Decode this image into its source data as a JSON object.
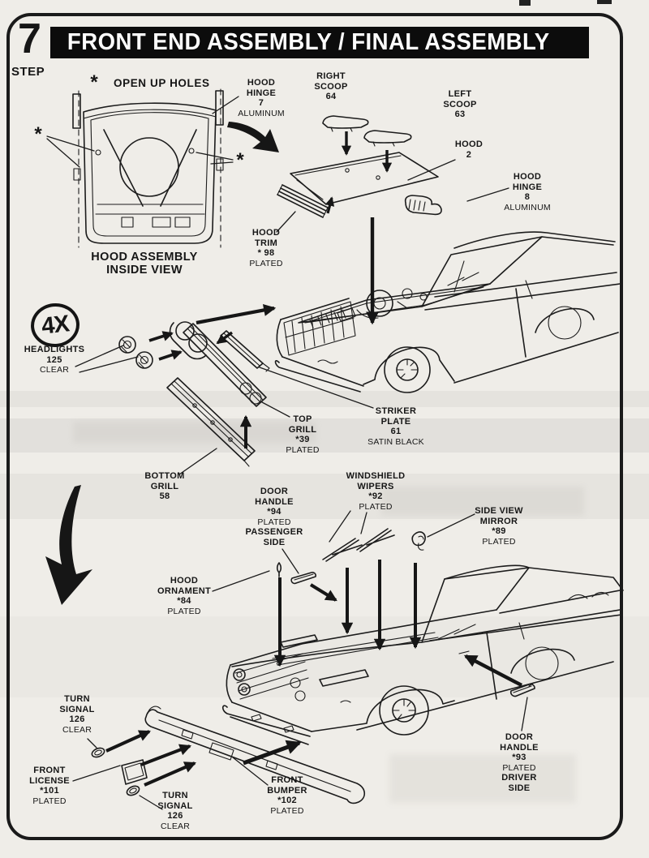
{
  "page": {
    "step_number": "7",
    "step_label": "STEP",
    "title": "FRONT END ASSEMBLY / FINAL ASSEMBLY"
  },
  "annotations": {
    "asterisk": "*",
    "open_up_holes": "OPEN UP HOLES",
    "quantity_badge": "4X",
    "hood_assembly_caption_line1": "HOOD ASSEMBLY",
    "hood_assembly_caption_line2": "INSIDE VIEW"
  },
  "parts": {
    "hood_hinge_7": {
      "line1": "HOOD",
      "line2": "HINGE",
      "number": "7",
      "finish": "ALUMINUM"
    },
    "right_scoop": {
      "line1": "RIGHT",
      "line2": "SCOOP",
      "number": "64"
    },
    "left_scoop": {
      "line1": "LEFT",
      "line2": "SCOOP",
      "number": "63"
    },
    "hood": {
      "line1": "HOOD",
      "number": "2"
    },
    "hood_hinge_8": {
      "line1": "HOOD",
      "line2": "HINGE",
      "number": "8",
      "finish": "ALUMINUM"
    },
    "hood_trim": {
      "line1": "HOOD",
      "line2": "TRIM",
      "number": "* 98",
      "finish": "PLATED"
    },
    "headlights": {
      "line1": "HEADLIGHTS",
      "number": "125",
      "finish": "CLEAR"
    },
    "top_grill": {
      "line1": "TOP",
      "line2": "GRILL",
      "number": "*39",
      "finish": "PLATED"
    },
    "striker_plate": {
      "line1": "STRIKER",
      "line2": "PLATE",
      "number": "61",
      "finish": "SATIN BLACK"
    },
    "bottom_grill": {
      "line1": "BOTTOM",
      "line2": "GRILL",
      "number": "58"
    },
    "door_handle_passenger": {
      "line1": "DOOR",
      "line2": "HANDLE",
      "number": "*94",
      "finish": "PLATED",
      "side1": "PASSENGER",
      "side2": "SIDE"
    },
    "windshield_wipers": {
      "line1": "WINDSHIELD",
      "line2": "WIPERS",
      "number": "*92",
      "finish": "PLATED"
    },
    "side_view_mirror": {
      "line1": "SIDE VIEW",
      "line2": "MIRROR",
      "number": "*89",
      "finish": "PLATED"
    },
    "hood_ornament": {
      "line1": "HOOD",
      "line2": "ORNAMENT",
      "number": "*84",
      "finish": "PLATED"
    },
    "turn_signal_upper": {
      "line1": "TURN",
      "line2": "SIGNAL",
      "number": "126",
      "finish": "CLEAR"
    },
    "front_license": {
      "line1": "FRONT",
      "line2": "LICENSE",
      "number": "*101",
      "finish": "PLATED"
    },
    "turn_signal_lower": {
      "line1": "TURN",
      "line2": "SIGNAL",
      "number": "126",
      "finish": "CLEAR"
    },
    "front_bumper": {
      "line1": "FRONT",
      "line2": "BUMPER",
      "number": "*102",
      "finish": "PLATED"
    },
    "door_handle_driver": {
      "line1": "DOOR",
      "line2": "HANDLE",
      "number": "*93",
      "finish": "PLATED",
      "side1": "DRIVER",
      "side2": "SIDE"
    }
  }
}
